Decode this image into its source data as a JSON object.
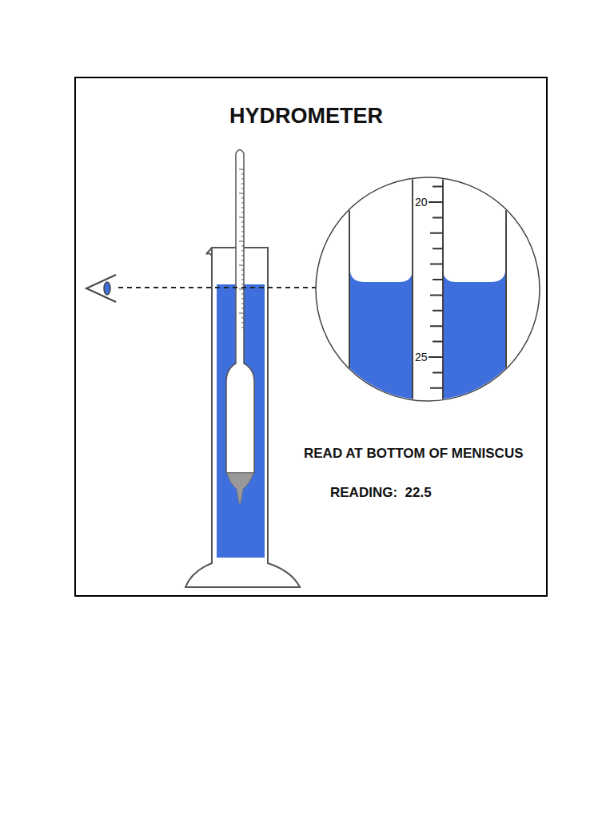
{
  "diagram": {
    "title": "HYDROMETER",
    "labels": [
      "20",
      "25",
      "READ AT BOTTOM OF MENISCUS",
      "READING:  22.5"
    ]
  }
}
